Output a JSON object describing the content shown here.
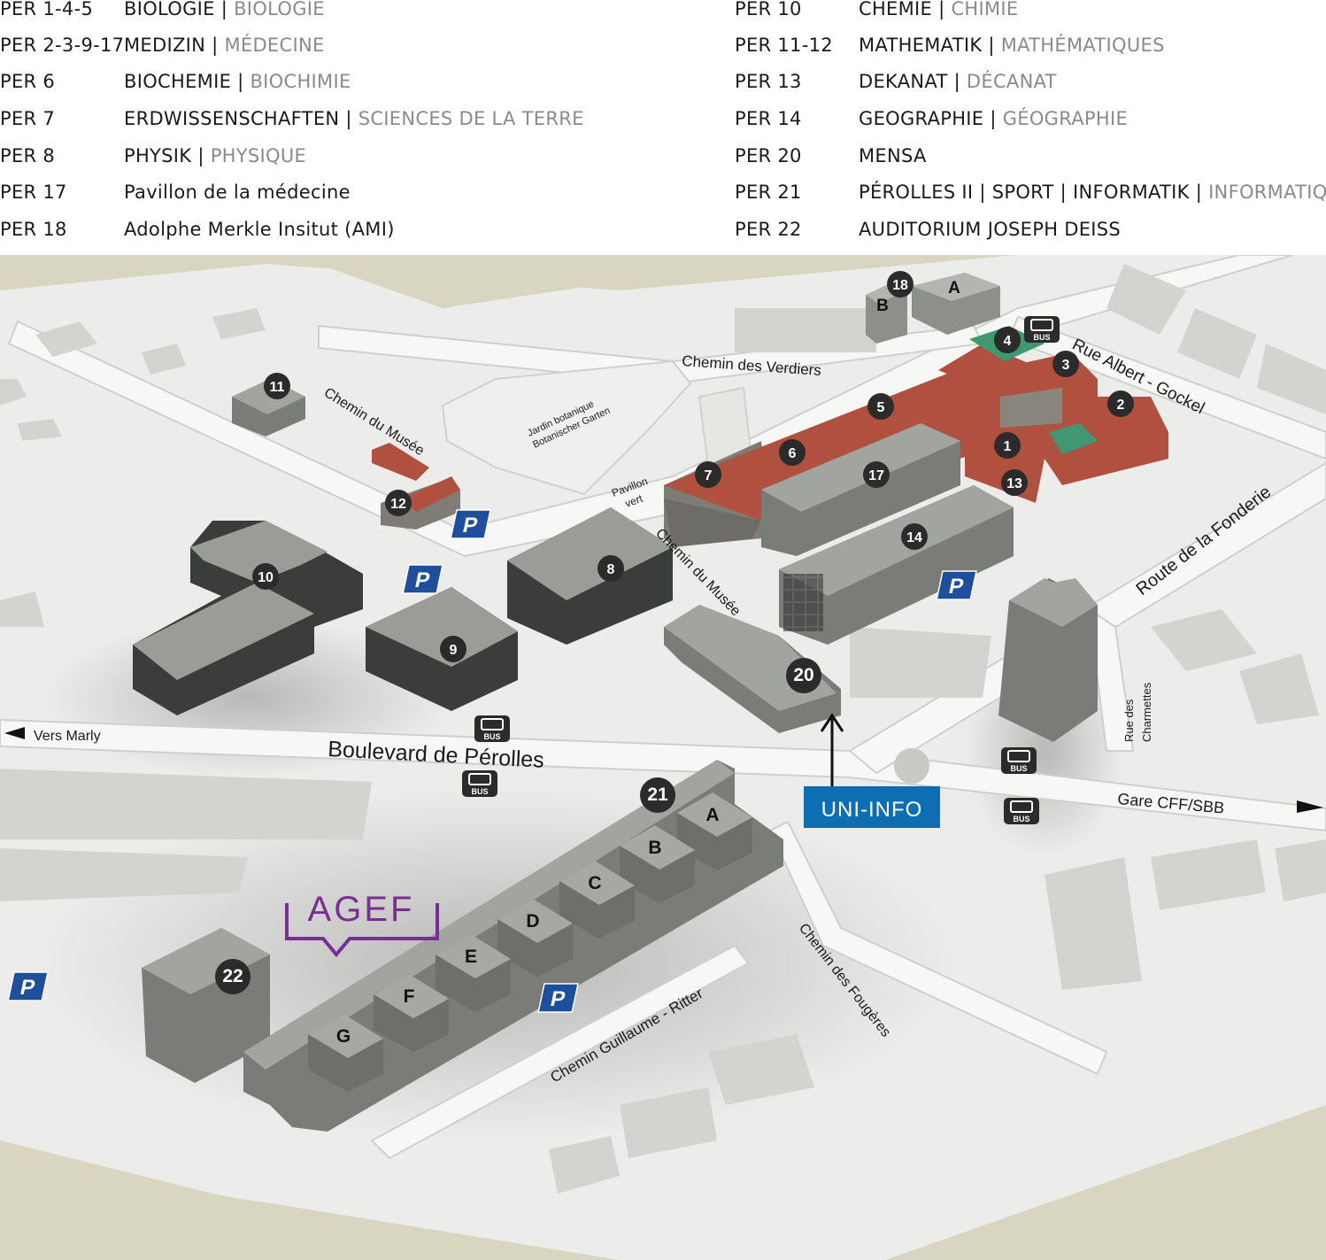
{
  "legend": {
    "left": [
      {
        "code": "PER 1-4-5",
        "de": "BIOLOGIE",
        "fr": "BIOLOGIE"
      },
      {
        "code": "PER 2-3-9-17",
        "de": "MEDIZIN",
        "fr": "MÉDECINE"
      },
      {
        "code": "PER 6",
        "de": "BIOCHEMIE",
        "fr": "BIOCHIMIE"
      },
      {
        "code": "PER 7",
        "de": "ERDWISSENSCHAFTEN",
        "fr": "SCIENCES DE LA TERRE"
      },
      {
        "code": "PER 8",
        "de": "PHYSIK",
        "fr": "PHYSIQUE"
      },
      {
        "code": "PER 17",
        "de": "Pavillon de la médecine",
        "fr": ""
      },
      {
        "code": "PER 18",
        "de": "Adolphe Merkle Insitut (AMI)",
        "fr": ""
      }
    ],
    "right": [
      {
        "code": "PER 10",
        "de": "CHEMIE",
        "fr": "CHIMIE"
      },
      {
        "code": "PER 11-12",
        "de": "MATHEMATIK",
        "fr": "MATHÉMATIQUES"
      },
      {
        "code": "PER 13",
        "de": "DEKANAT",
        "fr": "DÉCANAT"
      },
      {
        "code": "PER 14",
        "de": "GEOGRAPHIE",
        "fr": "GÉOGRAPHIE"
      },
      {
        "code": "PER 20",
        "de": "MENSA",
        "fr": ""
      },
      {
        "code": "PER 21",
        "de": "PÉROLLES II | SPORT | INFORMATIK",
        "fr": "INFORMATIQUE"
      },
      {
        "code": "PER 22",
        "de": "AUDITORIUM JOSEPH DEISS",
        "fr": ""
      }
    ]
  },
  "streets": {
    "verdiers": "Chemin des Verdiers",
    "albert_gockel": "Rue Albert - Gockel",
    "musee_top": "Chemin du Musée",
    "musee_mid": "Chemin du Musée",
    "jardin_fr": "Jardin botanique",
    "jardin_de": "Botanischer Garten",
    "pavillon_1": "Pavillon",
    "pavillon_2": "vert",
    "fonderie": "Route de la Fonderie",
    "charmettes_1": "Rue des",
    "charmettes_2": "Charmettes",
    "marly": "Vers Marly",
    "perolles": "Boulevard de Pérolles",
    "gare": "Gare CFF/SBB",
    "fougeres": "Chemin des Fougères",
    "ritter": "Chemin Guillaume - Ritter"
  },
  "buildings": [
    "1",
    "2",
    "3",
    "4",
    "5",
    "6",
    "7",
    "8",
    "9",
    "10",
    "11",
    "12",
    "13",
    "14",
    "17",
    "18",
    "20",
    "21",
    "22"
  ],
  "wings_21": [
    "A",
    "B",
    "C",
    "D",
    "E",
    "F",
    "G"
  ],
  "wings_18": [
    "A",
    "B"
  ],
  "labels": {
    "uni_info": "UNI-INFO",
    "agef": "AGEF",
    "parking": "P",
    "bus": "BUS"
  },
  "colors": {
    "roof_red": "#b0503e",
    "roof_green": "#3f9872",
    "building_grey": "#8d8f89",
    "uni_info": "#0d6fb2",
    "agef": "#7a2d92",
    "parking": "#1d4f9c",
    "marker": "#2b2b2b",
    "grass": "#d8d6c0"
  }
}
